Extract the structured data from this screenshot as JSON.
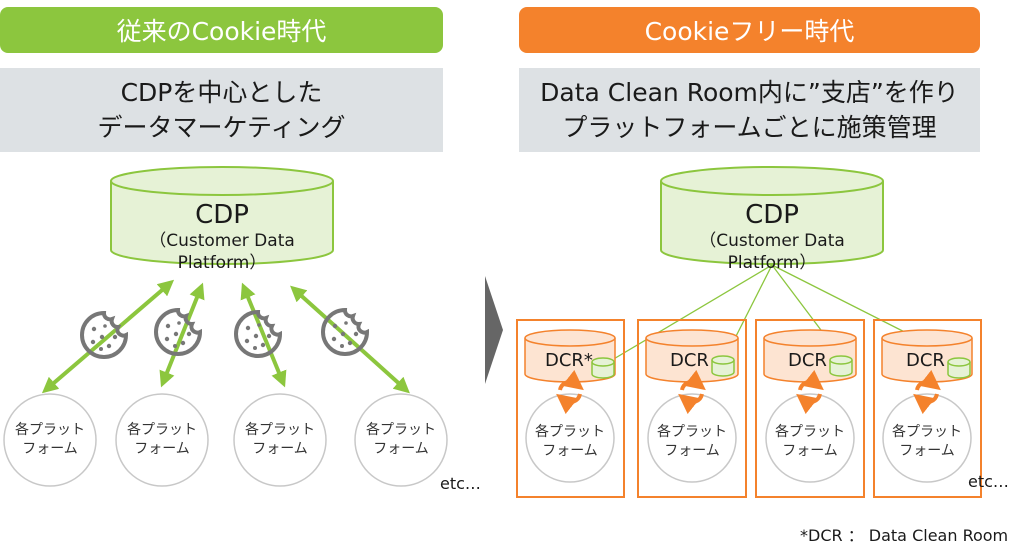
{
  "left": {
    "banner": "従来のCookie時代",
    "subtitle_line1": "CDPを中心とした",
    "subtitle_line2": "データマーケティング",
    "cdp_title": "CDP",
    "cdp_subtitle": "（Customer Data Platform）",
    "platform_line1": "各プラット",
    "platform_line2": "フォーム",
    "etc": "etc…"
  },
  "right": {
    "banner": "Cookieフリー時代",
    "subtitle_line1": "Data Clean Room内に”支店”を作り",
    "subtitle_line2": "プラットフォームごとに施策管理",
    "cdp_title": "CDP",
    "cdp_subtitle": "（Customer Data Platform）",
    "dcr_labels": [
      "DCR*",
      "DCR",
      "DCR",
      "DCR"
    ],
    "platform_line1": "各プラット",
    "platform_line2": "フォーム",
    "etc": "etc…"
  },
  "footnote": "*DCR ： Data Clean Room",
  "colors": {
    "green": "#8cc63e",
    "green_light": "#e6f2d6",
    "orange": "#f4822c",
    "orange_light": "#fde4d2",
    "gray_box": "#dde1e4",
    "cookie": "#777777",
    "arrow_gray": "#666666"
  },
  "icons": [
    "cookie-icon",
    "cycle-arrows-icon",
    "database-icon",
    "chevron-right-icon"
  ]
}
